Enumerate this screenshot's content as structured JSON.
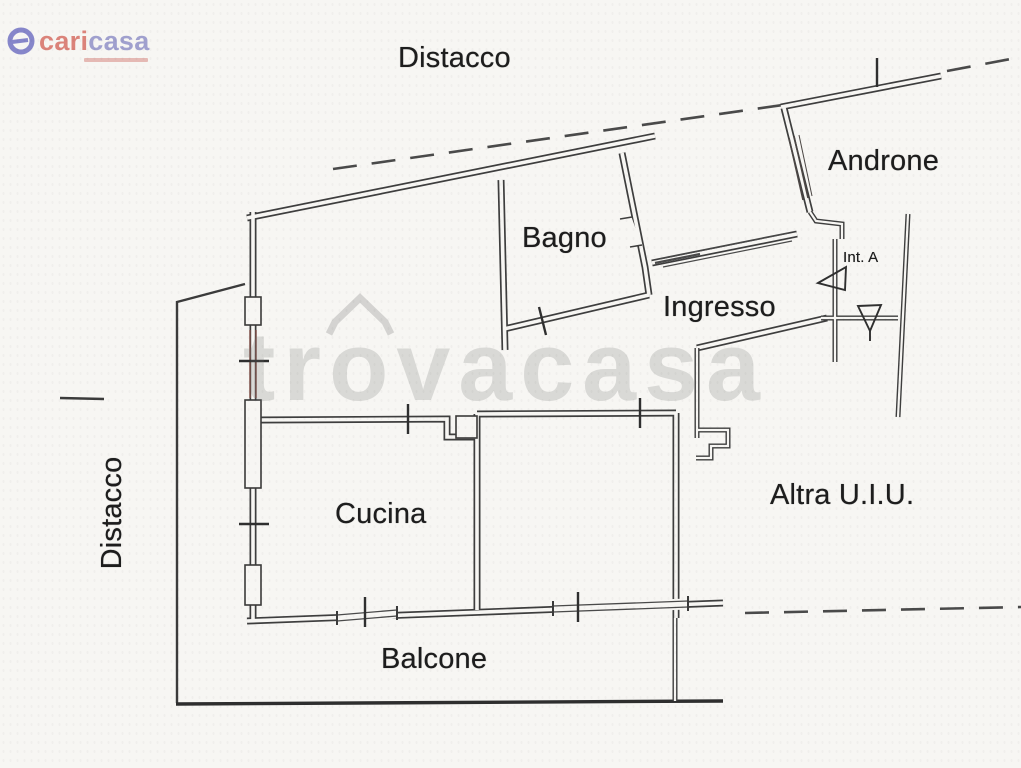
{
  "document": {
    "type": "floor-plan-scan",
    "background_color": "#f7f6f3",
    "wall_color": "#3e3e3e"
  },
  "logo": {
    "icon": "e-circle-icon",
    "word_part1": "cari",
    "word_part2": "casa",
    "word_part1_color": "#d66a60",
    "word_part2_color": "#8e8ec6"
  },
  "watermark": {
    "part1": "tr",
    "part_o": "o",
    "part2": "vacasa",
    "roof_icon": "house-roof-icon",
    "color": "rgba(112,112,112,0.22)"
  },
  "labels": {
    "distacco_top": "Distacco",
    "distacco_left": "Distacco",
    "androne": "Androne",
    "bagno": "Bagno",
    "ingresso": "Ingresso",
    "int_a": "Int. A",
    "cucina": "Cucina",
    "altra_uiu": "Altra U.I.U.",
    "balcone": "Balcone"
  }
}
